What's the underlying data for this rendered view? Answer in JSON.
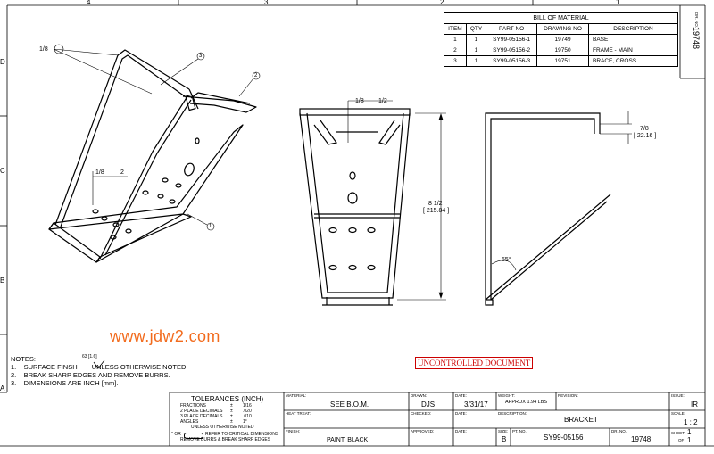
{
  "zones": {
    "top": [
      "4",
      "3",
      "2",
      "1"
    ],
    "left": [
      "D",
      "C",
      "B",
      "A"
    ]
  },
  "bom": {
    "title": "BILL OF MATERIAL",
    "headers": [
      "ITEM",
      "QTY",
      "PART NO",
      "DRAWING NO",
      "DESCRIPTION"
    ],
    "rows": [
      [
        "1",
        "1",
        "SY99-05156-1",
        "19749",
        "BASE"
      ],
      [
        "2",
        "1",
        "SY99-05156-2",
        "19750",
        "FRAME - MAIN"
      ],
      [
        "3",
        "1",
        "SY99-05156-3",
        "19751",
        "BRACE, CROSS"
      ]
    ]
  },
  "side_block": {
    "label": "DR. NO.",
    "number": "19748"
  },
  "views": {
    "iso_callout_top": "1/8",
    "iso_callout_mid_a": "1/8",
    "iso_callout_mid_b": "2",
    "balloons": [
      "3",
      "2",
      "1"
    ],
    "front_callout_a": "1/8",
    "front_callout_b": "1/2",
    "height_dim": "8 1/2",
    "height_dim_mm": "[ 215.84 ]",
    "side_dim": "7/8",
    "side_dim_mm": "[ 22.16 ]",
    "angle": "55°"
  },
  "watermark": "www.jdw2.com",
  "uncontrolled": "UNCONTROLLED DOCUMENT",
  "notes": {
    "title": "NOTES:",
    "finish_symbol": "63 [1.6]",
    "items": [
      {
        "num": "1.",
        "text": "SURFACE FINSH",
        "suffix": "UNLESS OTHERWISE NOTED."
      },
      {
        "num": "2.",
        "text": "BREAK SHARP EDGES AND REMOVE BURRS."
      },
      {
        "num": "3.",
        "text": "DIMENSIONS ARE INCH [mm]."
      }
    ]
  },
  "tolerances": {
    "title": "TOLERANCES (INCH)",
    "rows": [
      [
        "FRACTIONS",
        "±",
        "1/16"
      ],
      [
        "2 PLACE DECIMALS",
        "±",
        ".020"
      ],
      [
        "3 PLACE DECIMALS",
        "±",
        ".010"
      ],
      [
        "ANGLES",
        "±",
        "1°"
      ]
    ],
    "unless": "UNLESS OTHERWISE NOTED",
    "critical_a": "* OR",
    "critical_b": "REFER TO CRITICAL DIMENSIONS",
    "critical_c": "REMOVE BURRS & BREAK SHARP EDGES"
  },
  "title_block": {
    "material_label": "MATERIAL:",
    "material": "SEE B.O.M.",
    "drawn_label": "DRAWN:",
    "drawn": "DJS",
    "date_label": "DATE:",
    "date": "3/31/17",
    "weight_label": "WEIGHT:",
    "weight": "APPROX 1.94 LBS",
    "revision_label": "REVISION:",
    "issue_label": "ISSUE:",
    "issue": "IR",
    "heat_label": "HEAT TREAT:",
    "checked_label": "CHECKED:",
    "date2_label": "DATE:",
    "description_label": "DESCRIPTION:",
    "description": "BRACKET",
    "scale_label": "SCALE:",
    "scale": "1 : 2",
    "finish_label": "FINISH:",
    "finish": "PAINT, BLACK",
    "approved_label": "APPROVED:",
    "date3_label": "DATE:",
    "size_label": "SIZE:",
    "size": "B",
    "pt_label": "PT. NO.:",
    "pt": "SY99-05156",
    "dr_label": "DR. NO.:",
    "dr": "19748",
    "sheet_label": "SHEET",
    "sheet": "1",
    "of_label": "OF",
    "sheet_of": "1"
  }
}
